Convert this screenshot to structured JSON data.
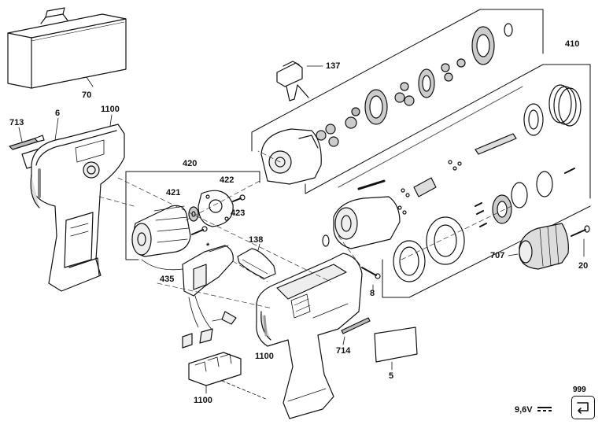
{
  "parts": {
    "p70": "70",
    "p6": "6",
    "p713": "713",
    "p1100a": "1100",
    "p420": "420",
    "p422": "422",
    "p421": "421",
    "p423": "423",
    "p137": "137",
    "p410": "410",
    "p138": "138",
    "p435": "435",
    "p8": "8",
    "p707": "707",
    "p20": "20",
    "p1100b": "1100",
    "p714": "714",
    "p5": "5",
    "p1100c": "1100",
    "star": "*",
    "p999": "999"
  },
  "voltage": "9,6V",
  "icons": {
    "voltage_symbol": "dc-symbol-icon",
    "code_box": "return-arrow-icon"
  }
}
